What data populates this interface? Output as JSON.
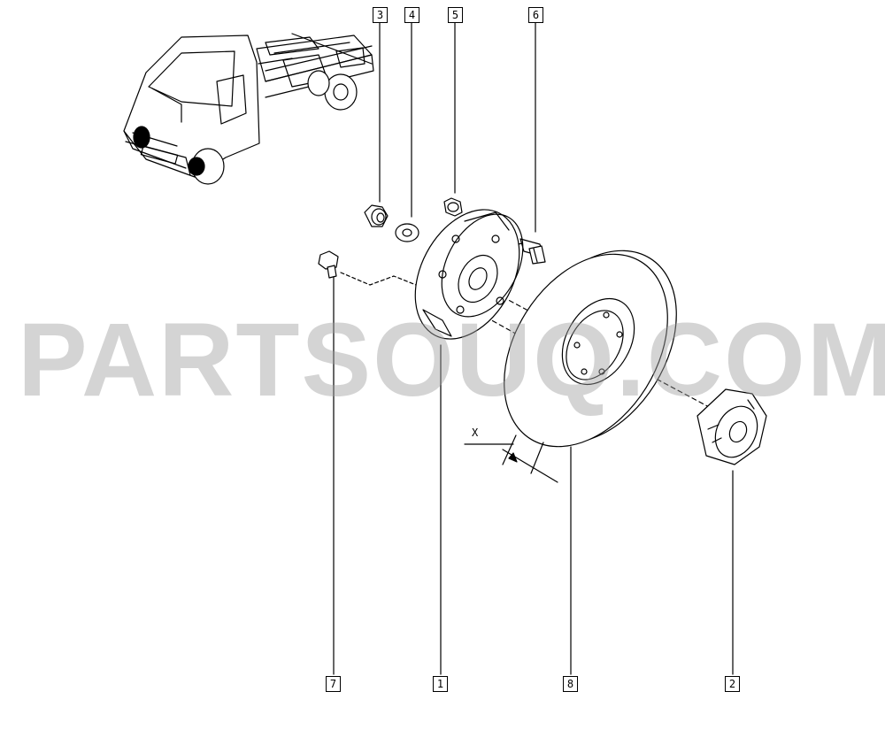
{
  "callouts": {
    "c1": "1",
    "c2": "2",
    "c3": "3",
    "c4": "4",
    "c5": "5",
    "c6": "6",
    "c7": "7",
    "c8": "8"
  },
  "dimension_label": "X",
  "watermark": "PARTSOUQ.COM"
}
